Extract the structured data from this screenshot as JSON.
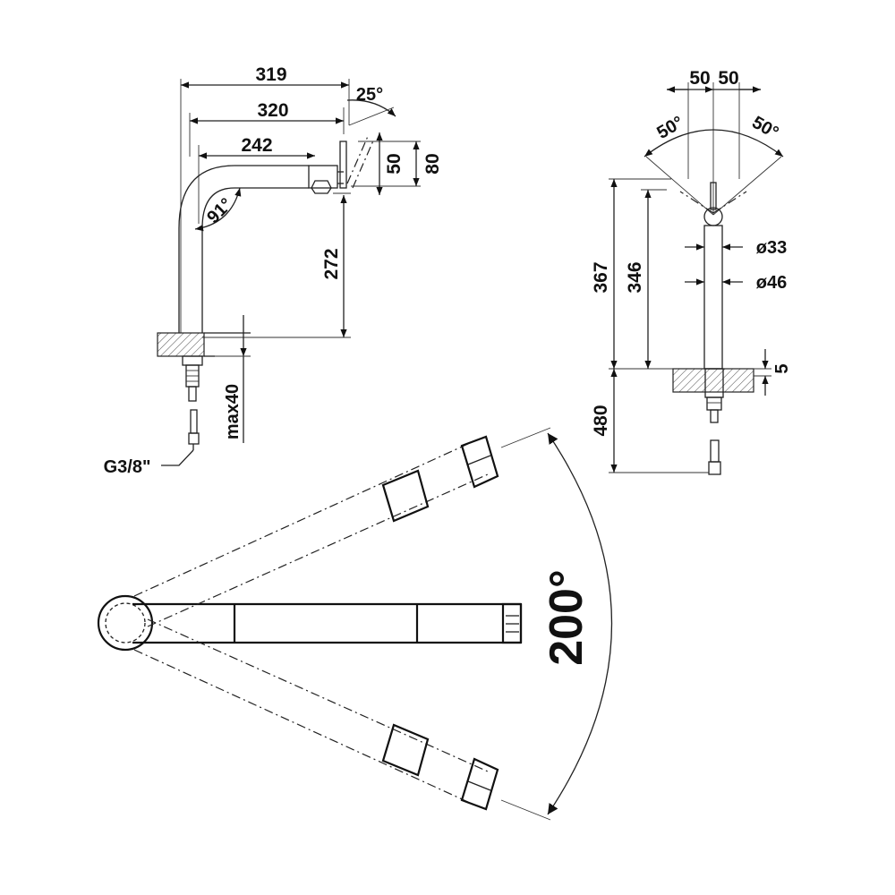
{
  "side_view": {
    "dim_319": "319",
    "dim_320": "320",
    "dim_242": "242",
    "dim_25deg": "25°",
    "dim_50": "50",
    "dim_80": "80",
    "dim_91deg": "91°",
    "dim_272": "272",
    "dim_max40": "max40",
    "connector_label": "G3/8\""
  },
  "front_view": {
    "dim_50_left": "50",
    "dim_50_right": "50",
    "dim_50deg_left": "50°",
    "dim_50deg_right": "50°",
    "dim_367": "367",
    "dim_346": "346",
    "dim_d33": "ø33",
    "dim_d46": "ø46",
    "dim_5": "5",
    "dim_480": "480"
  },
  "top_view": {
    "swivel_angle": "200°"
  }
}
